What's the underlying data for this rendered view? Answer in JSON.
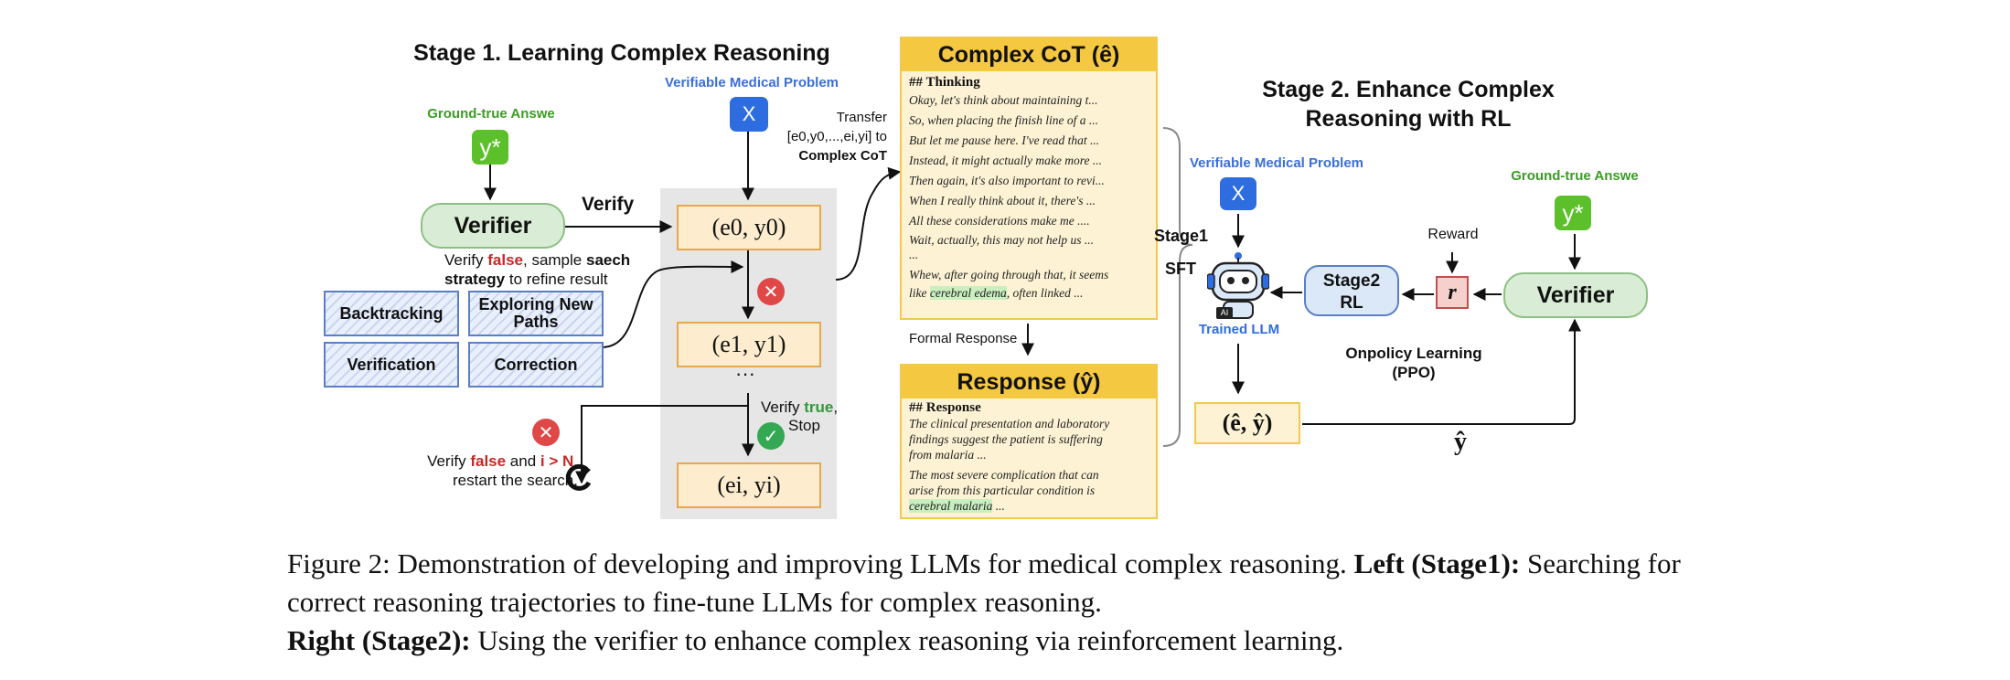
{
  "stage1": {
    "title": "Stage 1. Learning Complex Reasoning",
    "ground_truth_label": "Ground-true Answe",
    "answer_symbol": "y*",
    "problem_label": "Verifiable Medical Problem",
    "problem_symbol": "X",
    "transfer_lines": [
      "Transfer",
      "[e0,y0,...,ei,yi] to",
      "Complex CoT"
    ],
    "verifier_label": "Verifier",
    "verify_label": "Verify",
    "verify_false_text": {
      "a": "Verify ",
      "b": "false",
      "c": ",  sample ",
      "d": "saech",
      "e": "strategy",
      "f": " to refine result"
    },
    "strategies": [
      "Backtracking",
      "Exploring New Paths",
      "Verification",
      "Correction"
    ],
    "steps": [
      "(e0, y0)",
      "(e1, y1)",
      "(ei, yi)"
    ],
    "ellipsis": "···",
    "verify_true_text": {
      "a": "Verify ",
      "b": "true",
      "c": ",",
      "d": "Stop"
    },
    "restart_text": {
      "a": "Verify ",
      "b": "false",
      "c": " and ",
      "d": "i > N",
      "e": ",",
      "f": "restart the search."
    }
  },
  "cot": {
    "header": "Complex CoT (ê)",
    "section": "## Thinking",
    "lines": [
      "Okay, let's think about maintaining t...",
      "So, when placing the finish line of a  ...",
      "But let me pause here. I've read that  ...",
      "Instead, it might actually make more  ...",
      "Then again, it's also important to revi...",
      "When I really think about it, there's  ...",
      "All these considerations make me  ....",
      "Wait, actually, this may not help us  ...",
      "..."
    ],
    "final_a": "Whew, after going through that, it seems",
    "final_b": "like ",
    "final_hl": "cerebral edema",
    "final_c": ", often linked  ..."
  },
  "formal_response_label": "Formal Response",
  "response": {
    "header": "Response (ŷ)",
    "section": "## Response",
    "p1_lines": [
      "The clinical presentation and laboratory",
      "findings suggest the patient is suffering",
      "from malaria ..."
    ],
    "p2_lines": [
      "The most severe complication that can",
      "arise from this particular condition is"
    ],
    "p2_hl": "cerebral malaria",
    "p2_tail": " ..."
  },
  "stage2": {
    "title_lines": [
      "Stage 2. Enhance Complex",
      "Reasoning with RL"
    ],
    "problem_label": "Verifiable Medical Problem",
    "problem_symbol": "X",
    "stage1_sft": [
      "Stage1",
      "SFT"
    ],
    "ai_badge": "AI",
    "trained_llm": "Trained LLM",
    "stage2_rl": [
      "Stage2",
      "RL"
    ],
    "reward_label": "Reward",
    "reward_symbol": "r",
    "ground_truth_label": "Ground-true Answe",
    "answer_symbol": "y*",
    "verifier_label": "Verifier",
    "onpolicy_lines": [
      "Onpolicy Learning",
      "(PPO)"
    ],
    "output_pair": "(ê, ŷ)",
    "yhat": "ŷ"
  },
  "caption": {
    "figure": "Figure 2: Demonstration of developing and improving LLMs for medical complex reasoning. ",
    "left_bold": "Left (Stage1):",
    "left_text": " Searching for correct reasoning trajectories to fine-tune LLMs for complex reasoning.",
    "right_bold": "Right (Stage2):",
    "right_text": " Using the verifier to enhance complex reasoning via reinforcement learning."
  },
  "colors": {
    "green": "#5cc02a",
    "blue": "#2e6de0",
    "step_fill": "#fdeccd",
    "cot_fill": "#fdf3d4",
    "cot_header": "#f5c842",
    "verifier_fill": "#d9ecd5",
    "rl_fill": "#dbe8f8"
  }
}
